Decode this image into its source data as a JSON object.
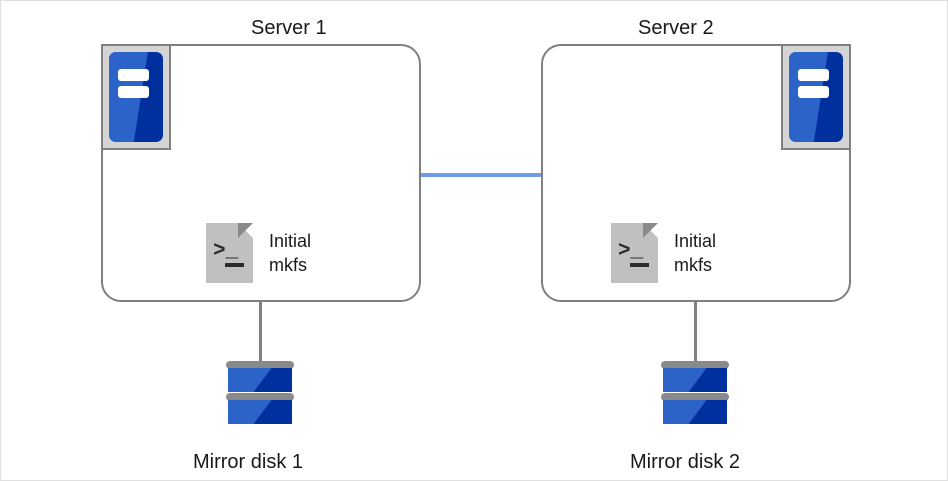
{
  "diagram": {
    "title_bar_visible": false,
    "servers": [
      {
        "id": "server-1",
        "title": "Server 1",
        "icon": "server-icon",
        "icon_position": "top-left",
        "script": {
          "icon": "script-terminal-icon",
          "prompt": ">_",
          "label_line1": "Initial",
          "label_line2": "mkfs"
        },
        "disk": {
          "icon": "mirror-disk-icon",
          "label": "Mirror disk 1"
        }
      },
      {
        "id": "server-2",
        "title": "Server 2",
        "icon": "server-icon",
        "icon_position": "top-right",
        "script": {
          "icon": "script-terminal-icon",
          "prompt": ">_",
          "label_line1": "Initial",
          "label_line2": "mkfs"
        },
        "disk": {
          "icon": "mirror-disk-icon",
          "label": "Mirror disk 2"
        }
      }
    ],
    "interconnect": {
      "name": "server-interconnect-line",
      "color": "#6f9beb"
    },
    "colors": {
      "box_stroke": "#808080",
      "icon_frame": "#d4d4d4",
      "blue_light": "#2b63c9",
      "blue_dark": "#00309e",
      "script_gray": "#c0c0c0",
      "disk_plate": "#8a8a8a",
      "link_blue": "#6f9beb",
      "text": "#1a1a1a",
      "page_border": "#e0e0e0",
      "background": "#ffffff"
    }
  }
}
